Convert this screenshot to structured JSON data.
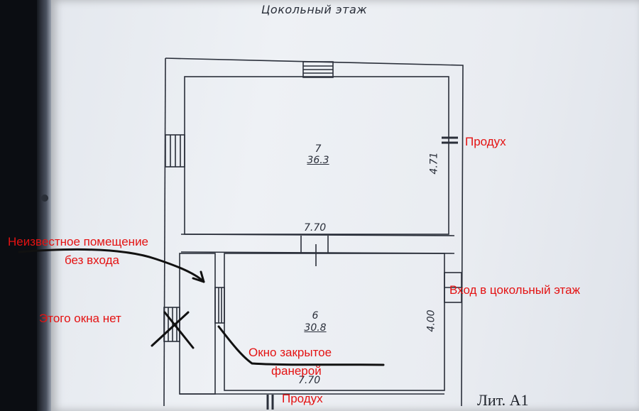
{
  "drawing": {
    "title": "Цокольный этаж",
    "stamp": "Лит. А1"
  },
  "rooms": [
    {
      "number": "7",
      "area": "36.3"
    },
    {
      "number": "6",
      "area": "30.8"
    }
  ],
  "dimensions": {
    "room7_width": "7.70",
    "room7_height": "4.71",
    "room6_height": "4.00",
    "bottom_width": "7.70"
  },
  "annotations": {
    "vent_right": "Продух",
    "unknown_room_line1": "Неизвестное помещение",
    "unknown_room_line2": "без входа",
    "no_window": "Этого окна нет",
    "entrance": "Вход в цокольный этаж",
    "window_closed_line1": "Окно закрытое",
    "window_closed_line2": "фанерой",
    "vent_bottom": "Продух"
  },
  "colors": {
    "annotation": "#e41212",
    "ink": "#1a1a1a",
    "drawing": "#2a2f3a"
  }
}
